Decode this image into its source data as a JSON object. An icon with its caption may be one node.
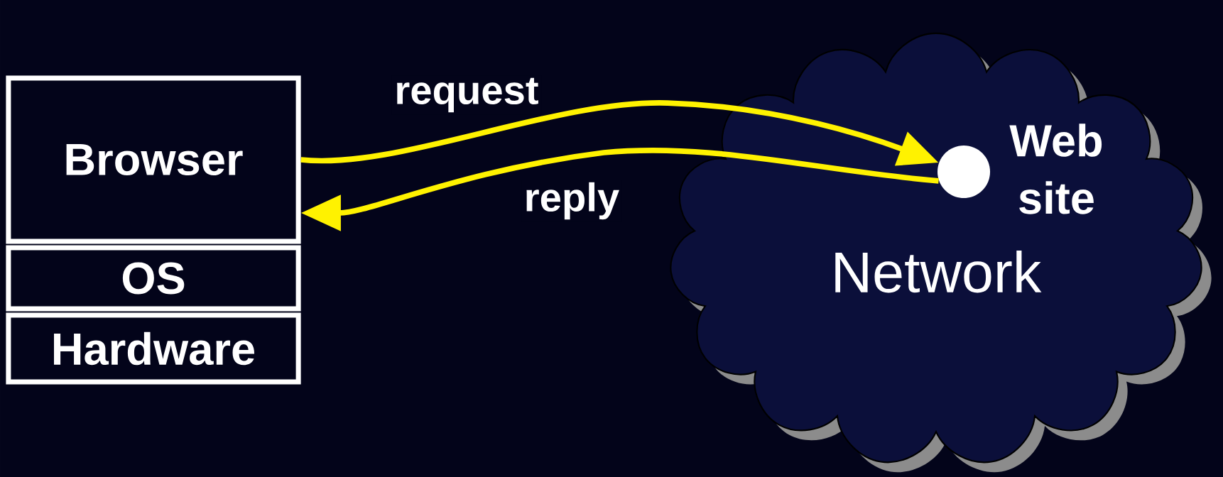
{
  "diagram": {
    "nodes": [
      {
        "text": [
          "Browser"
        ]
      },
      {
        "text": [
          "OS"
        ]
      },
      {
        "text": [
          "Hardware"
        ]
      },
      {
        "text": [
          "Network"
        ]
      },
      {
        "text": [],
        "shape": "circle",
        "beside": [
          "Web site"
        ],
        "in": 3
      }
    ],
    "edges": [
      {
        "from": 0,
        "to": 4,
        "arrow": "to",
        "label": "request"
      },
      {
        "from": 4,
        "to": 0,
        "arrow": "to",
        "label": "reply"
      }
    ]
  }
}
